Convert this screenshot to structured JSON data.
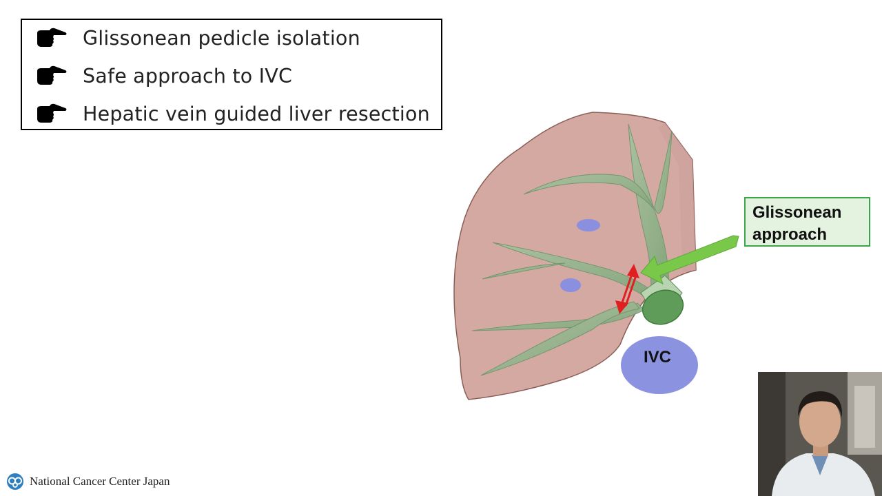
{
  "bullets": [
    {
      "icon": "pointing-hand-icon",
      "text": "Glissonean pedicle isolation"
    },
    {
      "icon": "pointing-hand-icon",
      "text": "Safe approach to IVC"
    },
    {
      "icon": "pointing-hand-icon",
      "text": "Hepatic vein guided liver resection"
    }
  ],
  "diagram": {
    "callout_line1": "Glissonean",
    "callout_line2": "approach",
    "ivc_label": "IVC",
    "colors": {
      "liver": "#d4a9a2",
      "liver_edge": "#8a5d57",
      "pedicle": "#8fb28a",
      "ivc": "#8b92df",
      "hepatic_vein_dots": "#8a8fe0",
      "arrow_red": "#e02020",
      "arrow_green": "#79c84a"
    }
  },
  "footer": {
    "org_name": "National Cancer Center Japan",
    "logo_icon": "ncc-logo-icon"
  },
  "webcam": {
    "icon": "presenter-video-feed"
  }
}
